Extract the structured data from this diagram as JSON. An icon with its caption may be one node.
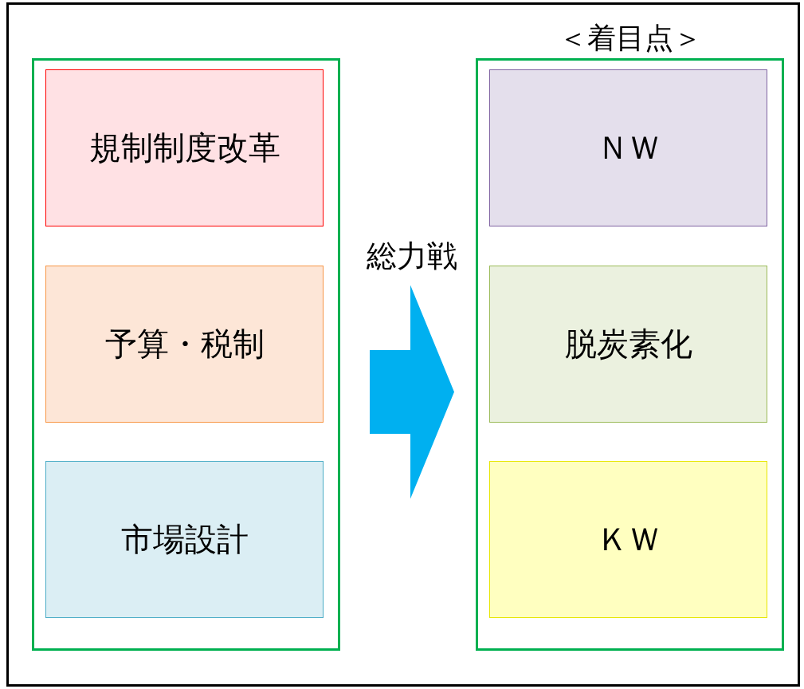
{
  "diagram": {
    "nodes": [
      {
        "text": [],
        "shape": "box"
      },
      {
        "text": [
          "規制制度改革"
        ],
        "in": 0
      },
      {
        "text": [
          "予算・税制"
        ],
        "in": 0
      },
      {
        "text": [
          "市場設計"
        ],
        "in": 0
      },
      {
        "text": [
          "＜着目点＞"
        ]
      },
      {
        "text": [
          "ＮＷ"
        ],
        "in": 4
      },
      {
        "text": [
          "脱炭素化"
        ],
        "in": 4
      },
      {
        "text": [
          "ＫＷ"
        ],
        "in": 4
      }
    ],
    "edges": [
      {
        "from": 0,
        "to": 4,
        "arrow": "to",
        "label": "総力戦",
        "style": "thick",
        "color": "#00b0f0"
      }
    ]
  }
}
